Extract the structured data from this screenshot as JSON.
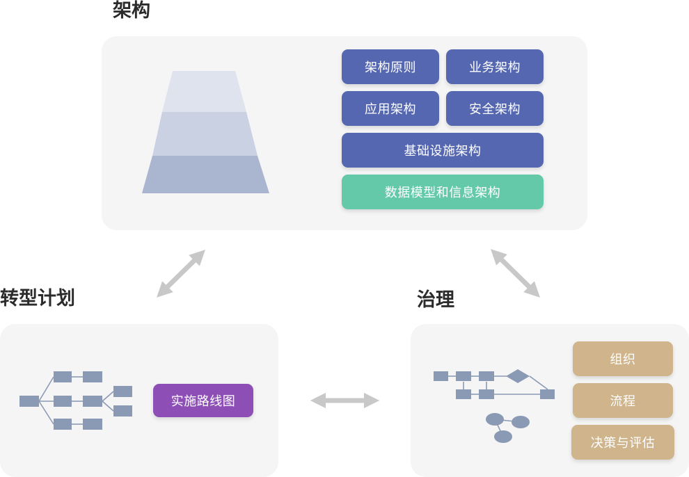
{
  "colors": {
    "chip_blue": "#5567b1",
    "chip_green": "#64c9a8",
    "chip_purple": "#8d4fb5",
    "chip_tan": "#cfb48c",
    "node": "#8b9ab4",
    "arrow": "#c8c8c8",
    "panel": "#f5f5f5"
  },
  "architecture": {
    "title": "架构",
    "chips": {
      "principles": "架构原则",
      "business": "业务架构",
      "application": "应用架构",
      "security": "安全架构",
      "infrastructure": "基础设施架构",
      "data_model": "数据模型和信息架构"
    }
  },
  "transformation": {
    "title": "转型计划",
    "roadmap": "实施路线图"
  },
  "governance": {
    "title": "治理",
    "chips": {
      "organization": "组织",
      "process": "流程",
      "decision": "决策与评估"
    }
  }
}
